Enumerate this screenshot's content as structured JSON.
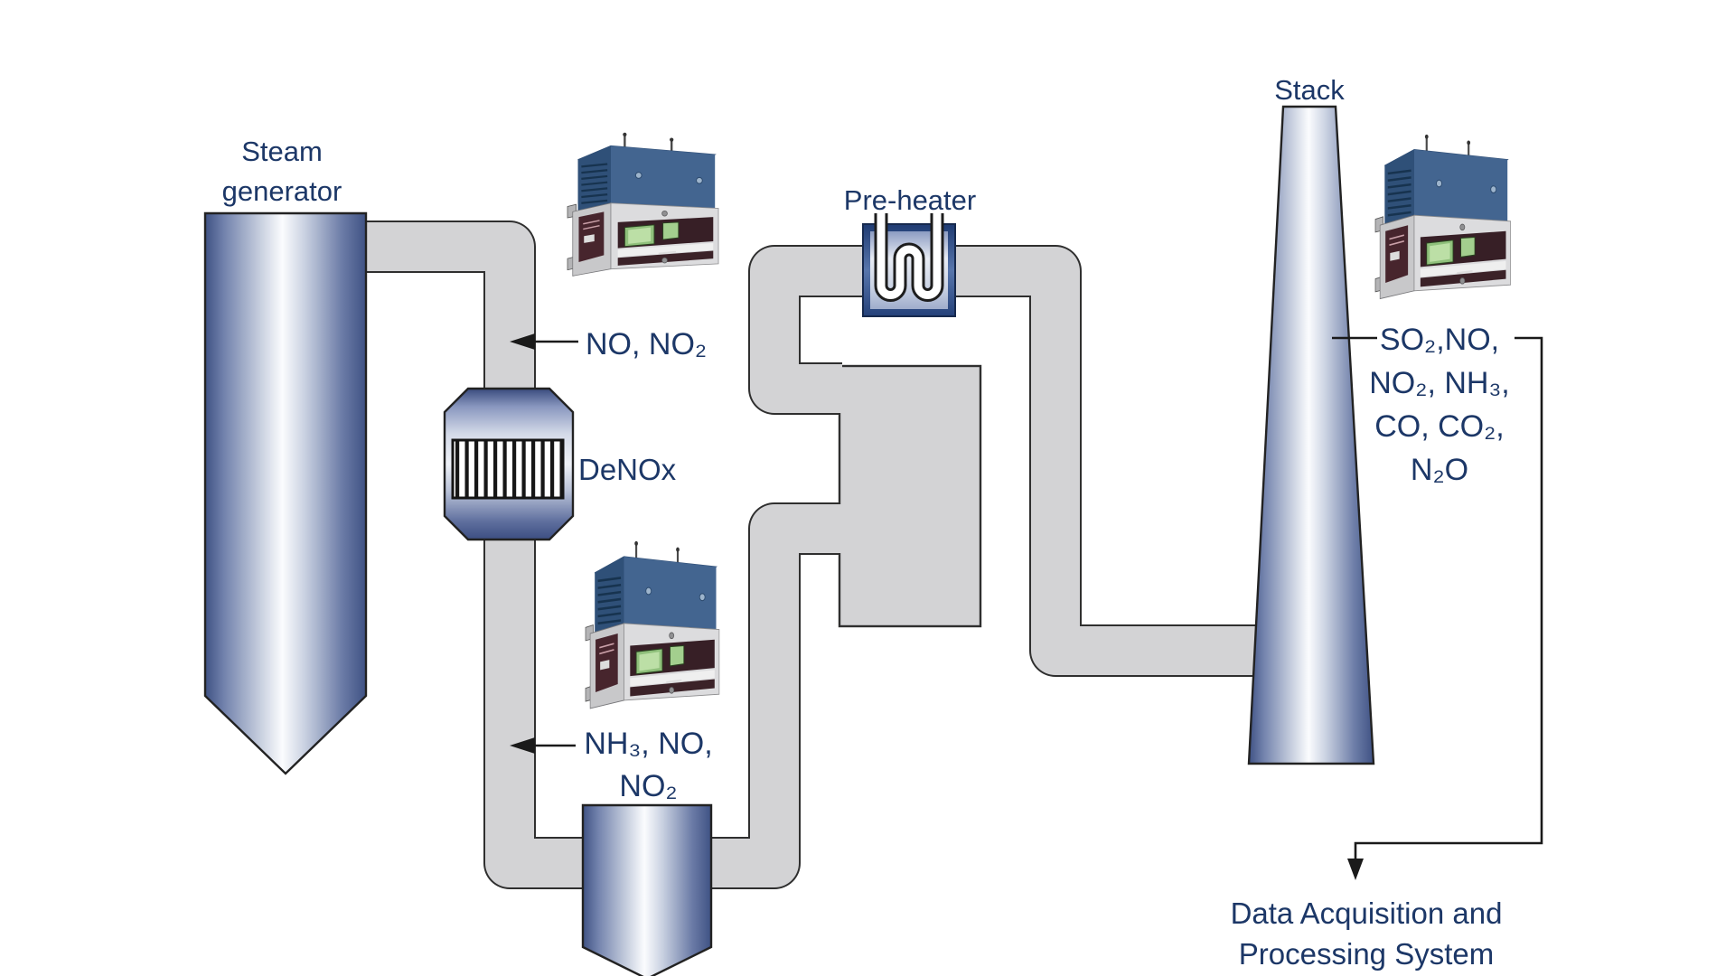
{
  "figure": {
    "type": "process-flow-diagram",
    "description": "Power plant flue-gas path with continuous emission monitoring analyzers"
  },
  "labels": {
    "steam_generator": "Steam generator",
    "pre_heater": "Pre-heater",
    "denox": "DeNOx",
    "stack": "Stack",
    "data_acquisition": "Data Acquisition and Processing System"
  },
  "measurements": {
    "after_boiler": "NO, NO₂",
    "after_denox": "NH₃, NO, NO₂",
    "stack_gases": [
      "SO₂,NO,",
      "NO₂, NH₃,",
      "CO, CO₂,",
      "N₂O"
    ]
  },
  "icons": {
    "analyzer": "gas-analyzer-photo",
    "preheater_coil": "serpentine-tube-icon",
    "denox_grid": "catalyst-grid-icon",
    "sample_arrows": "left-arrow-icon",
    "data_arrow": "down-arrow-icon"
  },
  "colors": {
    "label_text": "#1c3767",
    "pipe_fill": "#d3d3d5",
    "pipe_outline": "#2f2f2f",
    "vessel_dark": "#3f5284",
    "vessel_light": "#fbfcfe",
    "analyzer_blue": "#436590",
    "analyzer_panel": "#3b2228",
    "analyzer_screen": "#8fc07b"
  }
}
